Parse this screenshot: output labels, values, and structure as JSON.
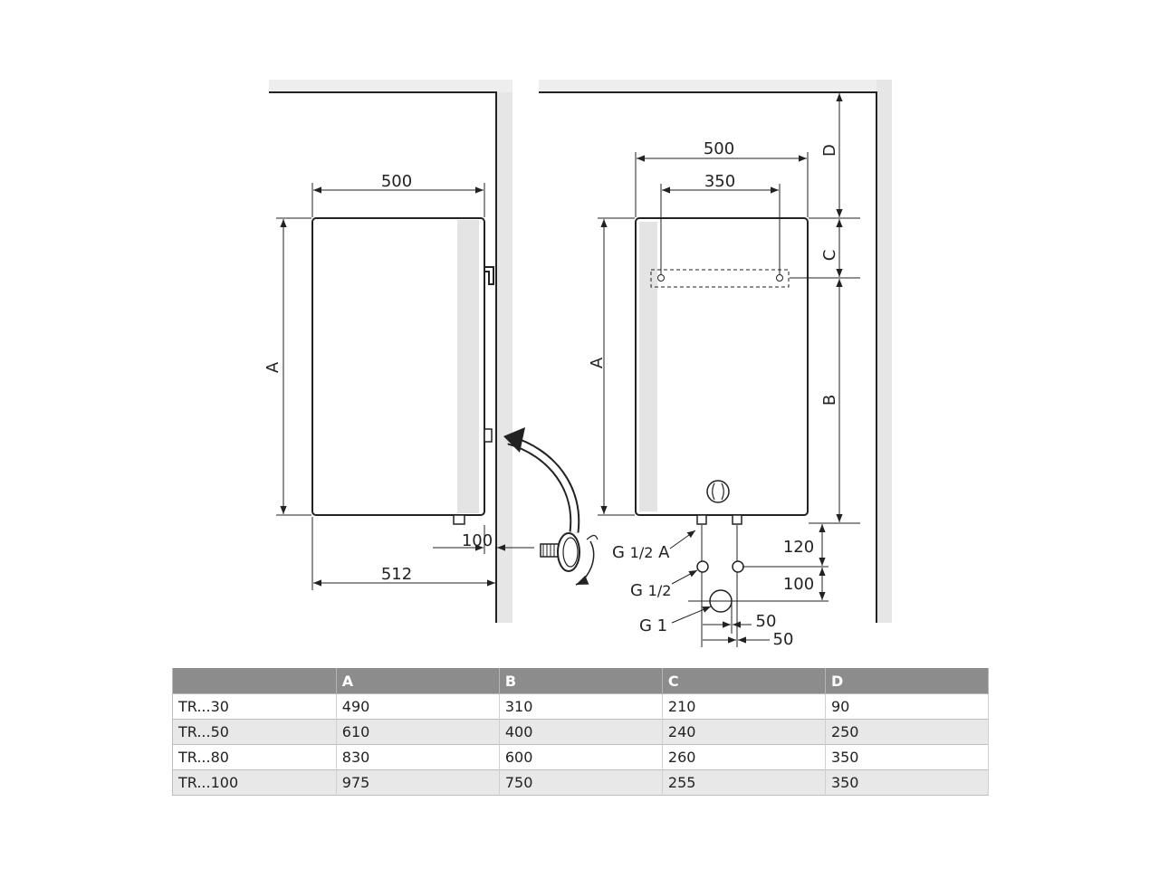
{
  "side_view": {
    "width_top": "500",
    "height_label": "A",
    "depth_offset": "100",
    "depth_total": "512"
  },
  "front_view": {
    "width_outer": "500",
    "width_bracket": "350",
    "label_d": "D",
    "label_c": "C",
    "label_a": "A",
    "label_b": "B",
    "dim_120": "120",
    "dim_100": "100",
    "dim_50a": "50",
    "dim_50b": "50",
    "conn_g_half_a_main": "G ",
    "conn_g_half_a_frac": "1/2",
    "conn_g_half_a_suffix": " A",
    "conn_g_half_main": "G ",
    "conn_g_half_frac": "1/2",
    "conn_g1": "G 1"
  },
  "table": {
    "headers": [
      "",
      "A",
      "B",
      "C",
      "D"
    ],
    "rows": [
      [
        "TR...30",
        "490",
        "310",
        "210",
        "90"
      ],
      [
        "TR...50",
        "610",
        "400",
        "240",
        "250"
      ],
      [
        "TR...80",
        "830",
        "600",
        "260",
        "350"
      ],
      [
        "TR...100",
        "975",
        "750",
        "255",
        "350"
      ]
    ]
  },
  "colors": {
    "line": "#222222",
    "wall_shade": "#e6e6e6",
    "header_bg": "#8c8c8c",
    "row_alt": "#e8e8e8"
  }
}
